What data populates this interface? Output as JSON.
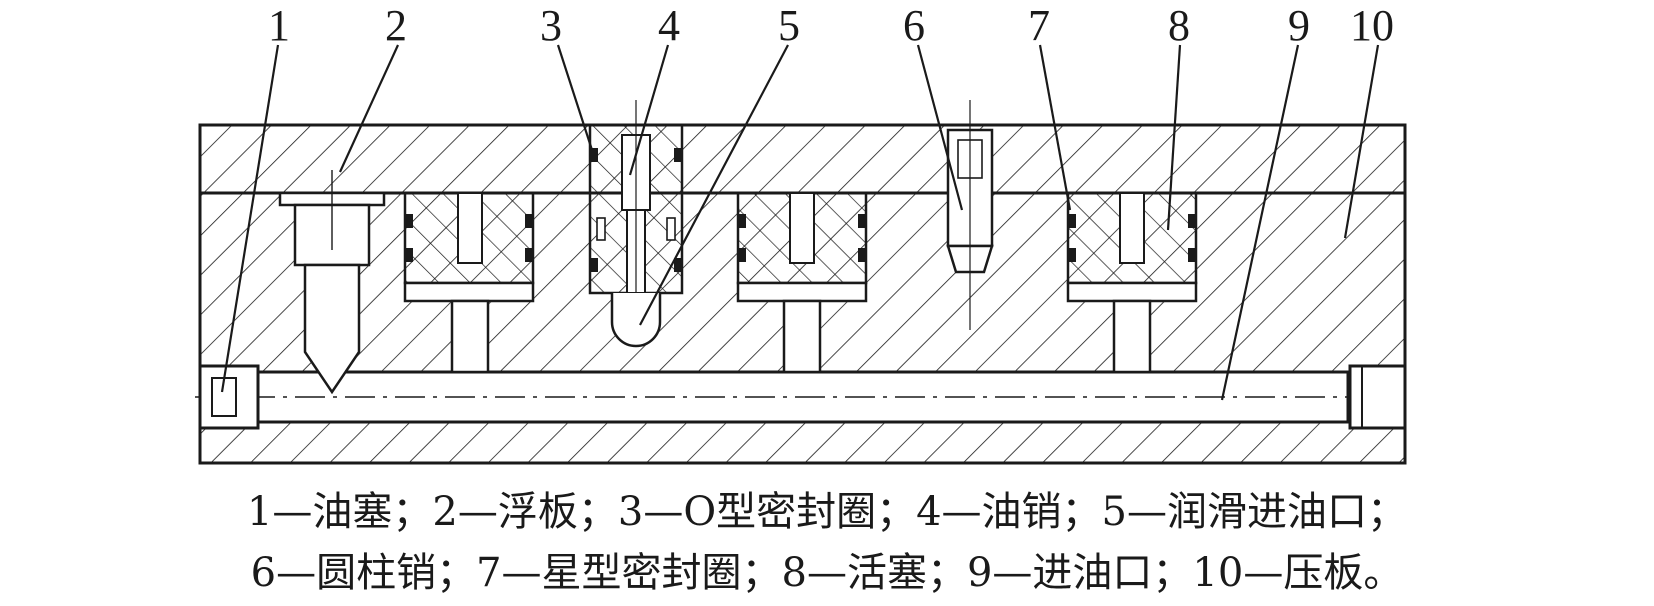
{
  "callouts": [
    "1",
    "2",
    "3",
    "4",
    "5",
    "6",
    "7",
    "8",
    "9",
    "10"
  ],
  "caption": {
    "line1": "1—油塞；2—浮板；3—O型密封圈；4—油销；5—润滑进油口；",
    "line2": "6—圆柱销；7—星型密封圈；8—活塞；9—进油口；10—压板。"
  },
  "colors": {
    "ink": "#1a1a1a",
    "paper": "#ffffff"
  }
}
